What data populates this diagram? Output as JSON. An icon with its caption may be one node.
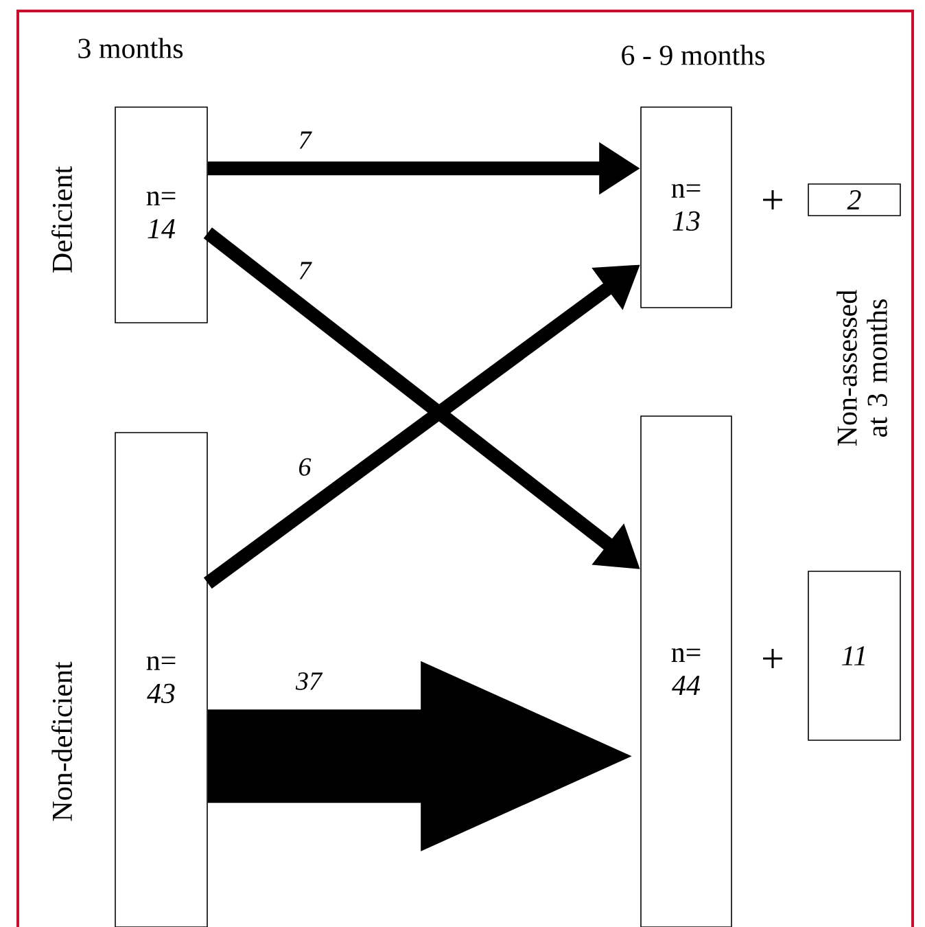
{
  "diagram": {
    "nodes": [
      {
        "text": [
          "n=",
          "14"
        ]
      },
      {
        "text": [
          "n=",
          "13"
        ]
      },
      {
        "text": [
          "2"
        ]
      },
      {
        "text": [
          "n=",
          "43"
        ]
      },
      {
        "text": [
          "n=",
          "44"
        ]
      },
      {
        "text": [
          "11"
        ]
      }
    ],
    "edges": [
      {
        "from": 0,
        "to": 1,
        "arrow": "to",
        "label": "7"
      },
      {
        "from": 0,
        "to": 4,
        "arrow": "to",
        "label": "7"
      },
      {
        "from": 3,
        "to": 1,
        "arrow": "to",
        "label": "6"
      },
      {
        "from": 3,
        "to": 4,
        "arrow": "to",
        "label": "37",
        "style": "thick"
      }
    ],
    "labels": [
      "3 months",
      "6 - 9 months",
      "Deficient",
      "Non-deficient",
      "+",
      "+",
      "Non-assessed at 3 months"
    ]
  }
}
